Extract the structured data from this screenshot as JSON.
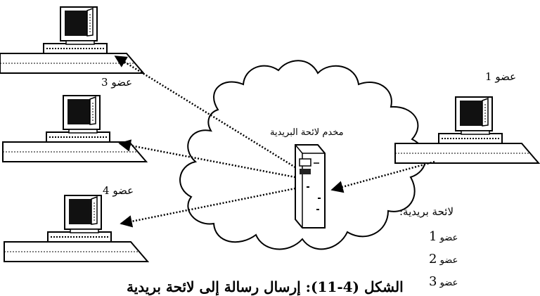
{
  "members": {
    "member1": "عضو 1",
    "member3": "عضو 3",
    "member4": "عضو 4"
  },
  "server_label": "مخدم لائحة البريدية",
  "mailing_list": {
    "title": "لائحة بريدية:",
    "entries": [
      {
        "label": "عضو",
        "number": "1"
      },
      {
        "label": "عضو",
        "number": "2"
      },
      {
        "label": "عضو",
        "number": "3"
      }
    ]
  },
  "caption": "الشكل (4-11): إرسال رسالة إلى لائحة بريدية",
  "colors": {
    "stroke": "#000000",
    "background": "#ffffff"
  },
  "icons": [
    "desktop-computer-icon",
    "tower-server-icon",
    "network-cloud"
  ]
}
